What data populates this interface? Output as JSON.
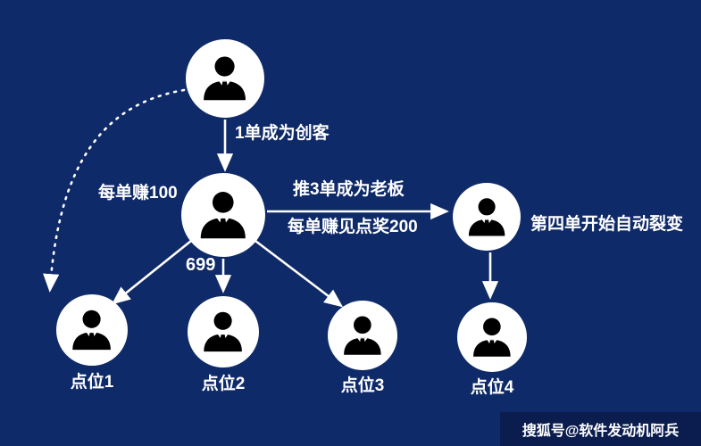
{
  "diagram": {
    "edge_labels": {
      "become_maker": "1单成为创客",
      "earn_per_order": "每单赚100",
      "become_boss": "推3单成为老板",
      "point_bonus": "每单赚见点奖200",
      "auto_fission": "第四单开始自动裂变",
      "price": "699"
    },
    "positions": [
      "点位1",
      "点位2",
      "点位3",
      "点位4"
    ]
  },
  "watermark": {
    "text": "搜狐号@软件发动机阿兵"
  },
  "colors": {
    "background": "#0f2a68",
    "node_fill": "#ffffff",
    "person_icon": "#000000",
    "arrow": "#ffffff",
    "text": "#ffffff",
    "watermark_bg": "#0a1d4e"
  },
  "icons": {
    "node_glyph": "person-icon"
  }
}
